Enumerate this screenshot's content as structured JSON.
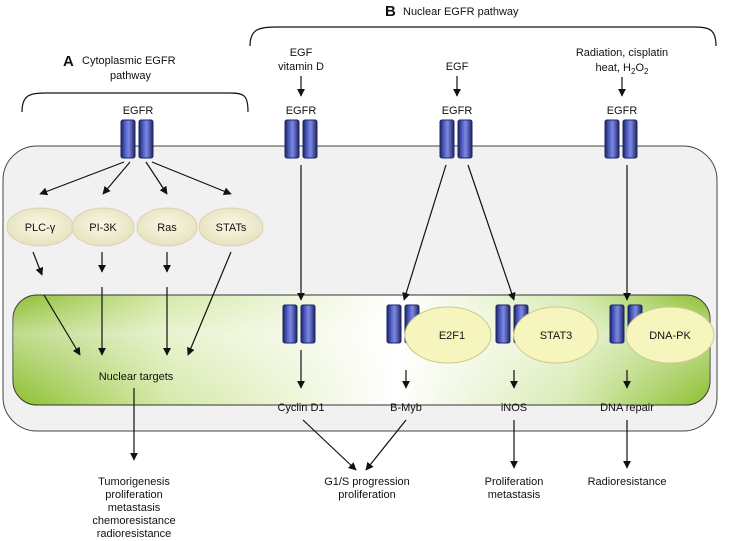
{
  "sections": {
    "a_letter": "A",
    "a_title_line1": "Cytoplasmic EGFR",
    "a_title_line2": "pathway",
    "b_letter": "B",
    "b_title": "Nuclear EGFR pathway"
  },
  "stimuli": {
    "col1_line1": "EGF",
    "col1_line2": "vitamin D",
    "col2": "EGF",
    "col3_line1": "Radiation, cisplatin",
    "col3_line2_prefix": "heat, H",
    "col3_sub1": "2",
    "col3_mid": "O",
    "col3_sub2": "2"
  },
  "receptor_label": "EGFR",
  "cytoplasmic_nodes": [
    "PLC-γ",
    "PI-3K",
    "Ras",
    "STATs"
  ],
  "nuclear_targets": "Nuclear targets",
  "partners": [
    "E2F1",
    "STAT3",
    "DNA-PK"
  ],
  "nuclear_products": [
    "Cyclin D1",
    "B-Myb",
    "iNOS",
    "DNA repair"
  ],
  "outcomes": {
    "cytoplasmic": [
      "Tumorigenesis",
      "proliferation",
      "metastasis",
      "chemoresistance",
      "radioresistance"
    ],
    "g1s": [
      "G1/S progression",
      "proliferation"
    ],
    "inos": [
      "Proliferation",
      "metastasis"
    ],
    "dna": "Radioresistance"
  },
  "colors": {
    "receptor_fill": "#4a57b8",
    "receptor_dark": "#1c2466",
    "cell_fill": "#f1f1f1",
    "nucleus_green": "#9cc84a",
    "node_fill": "#f4f0cc",
    "partner_fill": "#f7f5be"
  }
}
